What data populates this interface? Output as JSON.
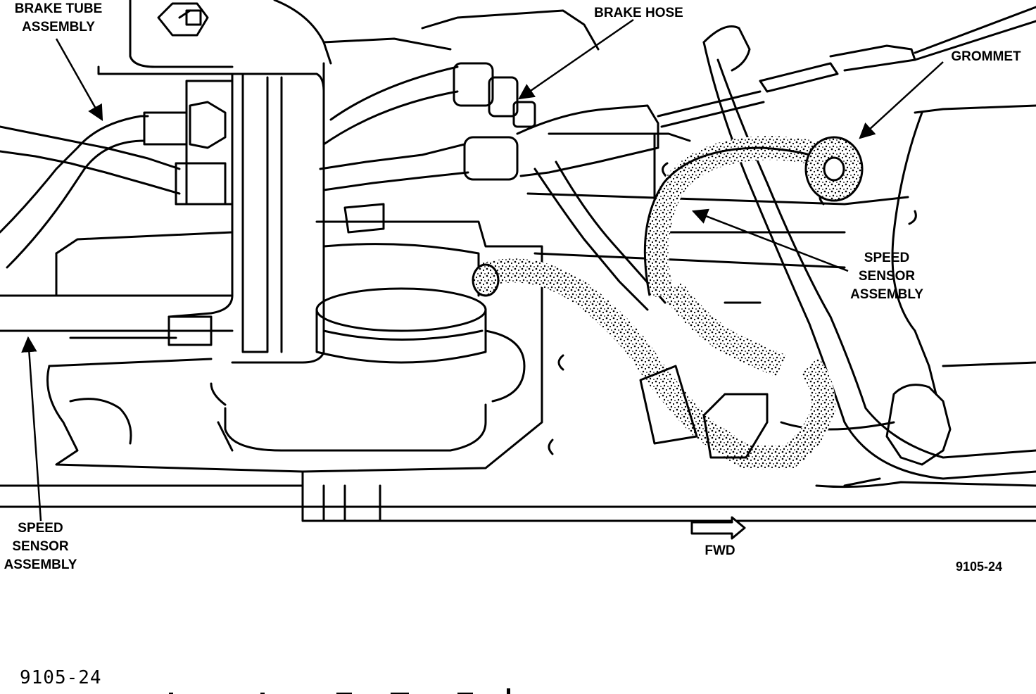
{
  "labels": {
    "brake_tube_assembly": "BRAKE TUBE\nASSEMBLY",
    "brake_hose": "BRAKE HOSE",
    "grommet": "GROMMET",
    "speed_sensor_right": "SPEED\nSENSOR\nASSEMBLY",
    "speed_sensor_left": "SPEED\nSENSOR\nASSEMBLY",
    "fwd": "FWD"
  },
  "figure_code": "9105-24",
  "caption": "9105-24"
}
